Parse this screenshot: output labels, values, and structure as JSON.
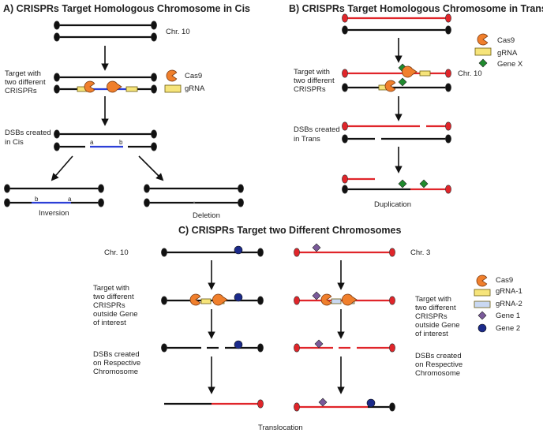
{
  "panel_a": {
    "title": "A) CRISPRs Target Homologous Chromosome in Cis",
    "chr_label": "Chr. 10",
    "step_target": [
      "Target with",
      "two different",
      "CRISPRs"
    ],
    "step_dsb": [
      "DSBs created",
      "in Cis"
    ],
    "marks": {
      "a": "a",
      "b": "b"
    },
    "legend": {
      "cas9": "Cas9",
      "grna": "gRNA"
    },
    "result_inversion": "Inversion",
    "result_deletion": "Deletion"
  },
  "panel_b": {
    "title": "B) CRISPRs Target Homologous Chromosome in Trans",
    "chr_label": "Chr. 10",
    "step_target": [
      "Target with",
      "two different",
      "CRISPRs"
    ],
    "step_dsb": [
      "DSBs created",
      "in Trans"
    ],
    "legend": {
      "cas9": "Cas9",
      "grna": "gRNA",
      "genex": "Gene X"
    },
    "result": "Duplication"
  },
  "panel_c": {
    "title": "C) CRISPRs Target two Different Chromosomes",
    "chr_left": "Chr. 10",
    "chr_right": "Chr. 3",
    "step_target_left": [
      "Target with",
      "two different",
      "CRISPRs",
      "outside Gene",
      "of interest"
    ],
    "step_dsb_left": [
      "DSBs created",
      "on Respective",
      "Chromosome"
    ],
    "step_target_right": [
      "Target with",
      "two different",
      "CRISPRs",
      "outside Gene",
      "of interest"
    ],
    "step_dsb_right": [
      "DSBs created",
      "on Respective",
      "Chromosome"
    ],
    "legend": {
      "cas9": "Cas9",
      "grna1": "gRNA-1",
      "grna2": "gRNA-2",
      "gene1": "Gene 1",
      "gene2": "Gene 2"
    },
    "result": "Translocation"
  },
  "colors": {
    "black_chr": "#111111",
    "red_chr": "#e0252a",
    "cas9": "#f07f2c",
    "grna1": "#f6e47a",
    "grna2": "#c9d8f2",
    "gene_x": "#1f8a2e",
    "gene1": "#7a5a9a",
    "gene2": "#1b2a8a",
    "highlight_blue": "#2c3fd6"
  }
}
